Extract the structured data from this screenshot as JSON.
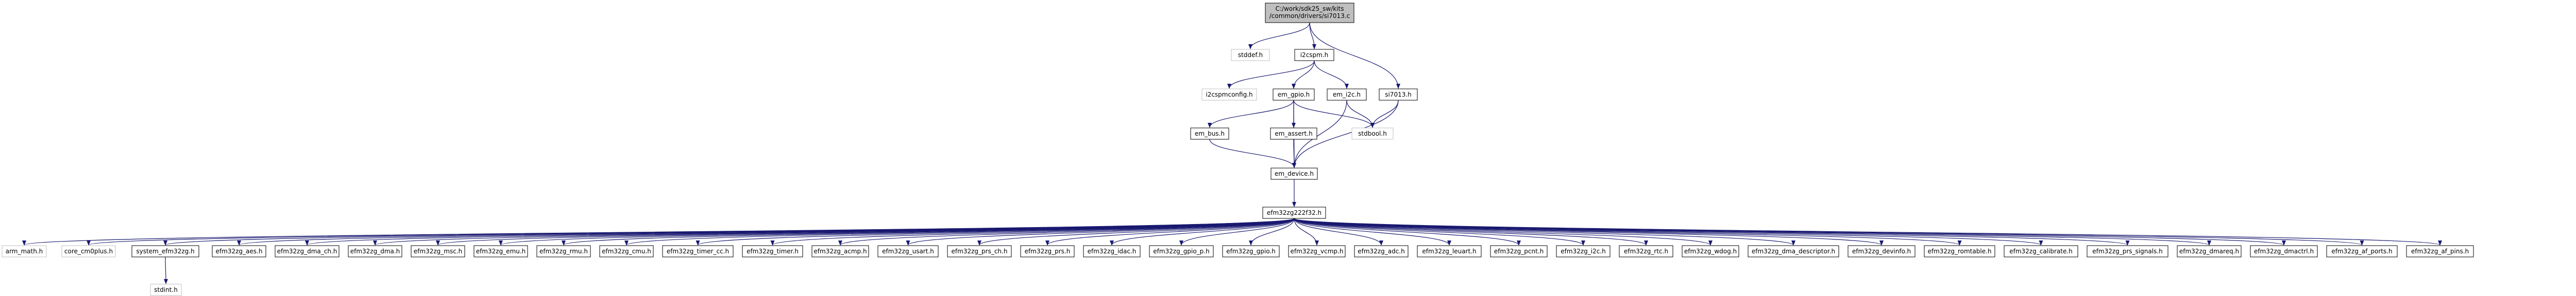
{
  "colors": {
    "background": "#ffffff",
    "root_fill": "#bfbfbf",
    "node_fill": "#ffffff",
    "node_border": "#000000",
    "external_border": "#bfbfbf",
    "edge": "#191970",
    "text": "#000000"
  },
  "graph": {
    "root": {
      "id": "root",
      "lines": [
        "C:/work/sdk25_sw/kits",
        "/common/drivers/si7013.c"
      ]
    },
    "nodes": [
      {
        "id": "stddef_top",
        "label": "stddef.h",
        "kind": "external"
      },
      {
        "id": "i2cspm",
        "label": "i2cspm.h",
        "kind": "file"
      },
      {
        "id": "i2cspmconfig",
        "label": "i2cspmconfig.h",
        "kind": "external"
      },
      {
        "id": "em_gpio",
        "label": "em_gpio.h",
        "kind": "file"
      },
      {
        "id": "em_i2c",
        "label": "em_i2c.h",
        "kind": "file"
      },
      {
        "id": "si7013",
        "label": "si7013.h",
        "kind": "file"
      },
      {
        "id": "em_bus",
        "label": "em_bus.h",
        "kind": "file"
      },
      {
        "id": "em_assert",
        "label": "em_assert.h",
        "kind": "file"
      },
      {
        "id": "stdbool",
        "label": "stdbool.h",
        "kind": "external"
      },
      {
        "id": "em_device",
        "label": "em_device.h",
        "kind": "file"
      },
      {
        "id": "efm32zg222f32",
        "label": "efm32zg222f32.h",
        "kind": "file"
      },
      {
        "id": "arm_math",
        "label": "arm_math.h",
        "kind": "external"
      },
      {
        "id": "core_cm0plus",
        "label": "core_cm0plus.h",
        "kind": "external"
      },
      {
        "id": "system_efm32zg",
        "label": "system_efm32zg.h",
        "kind": "file"
      },
      {
        "id": "stdint",
        "label": "stdint.h",
        "kind": "external"
      },
      {
        "id": "aes",
        "label": "efm32zg_aes.h",
        "kind": "file"
      },
      {
        "id": "dma_ch",
        "label": "efm32zg_dma_ch.h",
        "kind": "file"
      },
      {
        "id": "dma",
        "label": "efm32zg_dma.h",
        "kind": "file"
      },
      {
        "id": "msc",
        "label": "efm32zg_msc.h",
        "kind": "file"
      },
      {
        "id": "emu",
        "label": "efm32zg_emu.h",
        "kind": "file"
      },
      {
        "id": "rmu",
        "label": "efm32zg_rmu.h",
        "kind": "file"
      },
      {
        "id": "cmu",
        "label": "efm32zg_cmu.h",
        "kind": "file"
      },
      {
        "id": "timer_cc",
        "label": "efm32zg_timer_cc.h",
        "kind": "file"
      },
      {
        "id": "timer",
        "label": "efm32zg_timer.h",
        "kind": "file"
      },
      {
        "id": "acmp",
        "label": "efm32zg_acmp.h",
        "kind": "file"
      },
      {
        "id": "usart",
        "label": "efm32zg_usart.h",
        "kind": "file"
      },
      {
        "id": "prs_ch",
        "label": "efm32zg_prs_ch.h",
        "kind": "file"
      },
      {
        "id": "prs",
        "label": "efm32zg_prs.h",
        "kind": "file"
      },
      {
        "id": "idac",
        "label": "efm32zg_idac.h",
        "kind": "file"
      },
      {
        "id": "gpio_p",
        "label": "efm32zg_gpio_p.h",
        "kind": "file"
      },
      {
        "id": "gpio",
        "label": "efm32zg_gpio.h",
        "kind": "file"
      },
      {
        "id": "vcmp",
        "label": "efm32zg_vcmp.h",
        "kind": "file"
      },
      {
        "id": "adc",
        "label": "efm32zg_adc.h",
        "kind": "file"
      },
      {
        "id": "leuart",
        "label": "efm32zg_leuart.h",
        "kind": "file"
      },
      {
        "id": "pcnt",
        "label": "efm32zg_pcnt.h",
        "kind": "file"
      },
      {
        "id": "i2c",
        "label": "efm32zg_i2c.h",
        "kind": "file"
      },
      {
        "id": "rtc",
        "label": "efm32zg_rtc.h",
        "kind": "file"
      },
      {
        "id": "wdog",
        "label": "efm32zg_wdog.h",
        "kind": "file"
      },
      {
        "id": "dma_descriptor",
        "label": "efm32zg_dma_descriptor.h",
        "kind": "file"
      },
      {
        "id": "devinfo",
        "label": "efm32zg_devinfo.h",
        "kind": "file"
      },
      {
        "id": "romtable",
        "label": "efm32zg_romtable.h",
        "kind": "file"
      },
      {
        "id": "calibrate",
        "label": "efm32zg_calibrate.h",
        "kind": "file"
      },
      {
        "id": "prs_signals",
        "label": "efm32zg_prs_signals.h",
        "kind": "file"
      },
      {
        "id": "dmareq",
        "label": "efm32zg_dmareq.h",
        "kind": "file"
      },
      {
        "id": "dmactrl",
        "label": "efm32zg_dmactrl.h",
        "kind": "file"
      },
      {
        "id": "af_ports",
        "label": "efm32zg_af_ports.h",
        "kind": "file"
      },
      {
        "id": "af_pins",
        "label": "efm32zg_af_pins.h",
        "kind": "file"
      }
    ],
    "edges": [
      [
        "root",
        "stddef_top"
      ],
      [
        "root",
        "i2cspm"
      ],
      [
        "root",
        "si7013"
      ],
      [
        "i2cspm",
        "i2cspmconfig"
      ],
      [
        "i2cspm",
        "em_gpio"
      ],
      [
        "i2cspm",
        "em_i2c"
      ],
      [
        "em_gpio",
        "em_bus"
      ],
      [
        "em_gpio",
        "em_assert"
      ],
      [
        "em_gpio",
        "stdbool"
      ],
      [
        "em_gpio",
        "em_device"
      ],
      [
        "em_i2c",
        "stdbool"
      ],
      [
        "em_i2c",
        "em_device"
      ],
      [
        "si7013",
        "stdbool"
      ],
      [
        "si7013",
        "em_device"
      ],
      [
        "em_bus",
        "em_device"
      ],
      [
        "em_assert",
        "em_device"
      ],
      [
        "em_device",
        "efm32zg222f32"
      ],
      [
        "efm32zg222f32",
        "arm_math"
      ],
      [
        "efm32zg222f32",
        "core_cm0plus"
      ],
      [
        "efm32zg222f32",
        "system_efm32zg"
      ],
      [
        "efm32zg222f32",
        "aes"
      ],
      [
        "efm32zg222f32",
        "dma_ch"
      ],
      [
        "efm32zg222f32",
        "dma"
      ],
      [
        "efm32zg222f32",
        "msc"
      ],
      [
        "efm32zg222f32",
        "emu"
      ],
      [
        "efm32zg222f32",
        "rmu"
      ],
      [
        "efm32zg222f32",
        "cmu"
      ],
      [
        "efm32zg222f32",
        "timer_cc"
      ],
      [
        "efm32zg222f32",
        "timer"
      ],
      [
        "efm32zg222f32",
        "acmp"
      ],
      [
        "efm32zg222f32",
        "usart"
      ],
      [
        "efm32zg222f32",
        "prs_ch"
      ],
      [
        "efm32zg222f32",
        "prs"
      ],
      [
        "efm32zg222f32",
        "idac"
      ],
      [
        "efm32zg222f32",
        "gpio_p"
      ],
      [
        "efm32zg222f32",
        "gpio"
      ],
      [
        "efm32zg222f32",
        "vcmp"
      ],
      [
        "efm32zg222f32",
        "adc"
      ],
      [
        "efm32zg222f32",
        "leuart"
      ],
      [
        "efm32zg222f32",
        "pcnt"
      ],
      [
        "efm32zg222f32",
        "i2c"
      ],
      [
        "efm32zg222f32",
        "rtc"
      ],
      [
        "efm32zg222f32",
        "wdog"
      ],
      [
        "efm32zg222f32",
        "dma_descriptor"
      ],
      [
        "efm32zg222f32",
        "devinfo"
      ],
      [
        "efm32zg222f32",
        "romtable"
      ],
      [
        "efm32zg222f32",
        "calibrate"
      ],
      [
        "efm32zg222f32",
        "prs_signals"
      ],
      [
        "efm32zg222f32",
        "dmareq"
      ],
      [
        "efm32zg222f32",
        "dmactrl"
      ],
      [
        "efm32zg222f32",
        "af_ports"
      ],
      [
        "efm32zg222f32",
        "af_pins"
      ],
      [
        "system_efm32zg",
        "stdint"
      ]
    ]
  }
}
